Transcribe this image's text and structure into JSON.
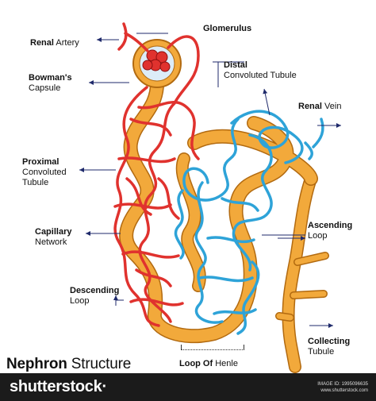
{
  "labels": {
    "renal_artery": {
      "bold": "Renal",
      "rest": " Artery"
    },
    "glomerulus": {
      "bold": "Glomerulus"
    },
    "bowmans": {
      "bold": "Bowman's",
      "line2": "Capsule"
    },
    "distal": {
      "bold": "Distal",
      "line2": "Convoluted Tubule"
    },
    "renal_vein": {
      "bold": "Renal",
      "rest": " Vein"
    },
    "proximal": {
      "bold": "Proximal",
      "line2": "Convoluted",
      "line3": "Tubule"
    },
    "capillary": {
      "bold": "Capillary",
      "line2": "Network"
    },
    "ascending": {
      "bold": "Ascending",
      "line2": "Loop"
    },
    "descending": {
      "bold": "Descending",
      "line2": "Loop"
    },
    "collecting": {
      "bold": "Collecting",
      "line2": "Tubule"
    },
    "loop_of_henle": {
      "bold": "Loop Of",
      "rest": " Henle"
    }
  },
  "title": {
    "bold": "Nephron",
    "rest": " Structure"
  },
  "footer": {
    "brand": "shutterstock",
    "brand_suffix": "·",
    "image_id": "IMAGE ID: 1995096635",
    "site": "www.shutterstock.com"
  },
  "colors": {
    "artery": "#e0322e",
    "vein": "#2ea3d8",
    "tubule": "#f2a93b",
    "tubule_outline": "#b26a10",
    "arrow": "#1f2a6b"
  }
}
